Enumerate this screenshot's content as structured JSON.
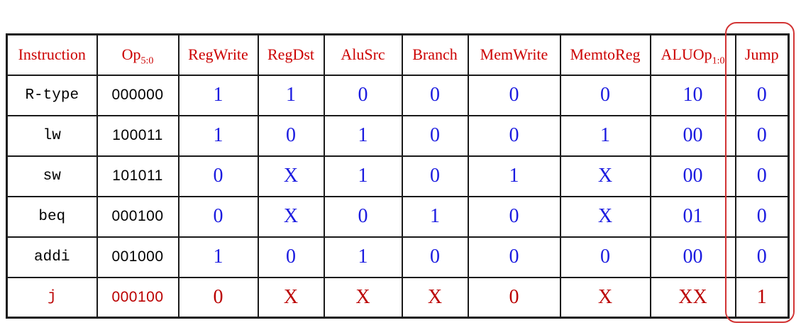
{
  "colors": {
    "header_text": "#cc0000",
    "value_text": "#1b1be0",
    "plain_text": "#000000",
    "highlight_row_text": "#bb0000",
    "highlight_box": "#d23434",
    "grid_lines": "#1a1a1a",
    "background": "#ffffff"
  },
  "table": {
    "name": "mips-control-signals",
    "columns": [
      {
        "label": "Instruction",
        "sub": null,
        "kind": "instruction"
      },
      {
        "label": "Op",
        "sub": "5:0",
        "kind": "op"
      },
      {
        "label": "RegWrite",
        "sub": null,
        "kind": "value"
      },
      {
        "label": "RegDst",
        "sub": null,
        "kind": "value"
      },
      {
        "label": "AluSrc",
        "sub": null,
        "kind": "value"
      },
      {
        "label": "Branch",
        "sub": null,
        "kind": "value"
      },
      {
        "label": "MemWrite",
        "sub": null,
        "kind": "value"
      },
      {
        "label": "MemtoReg",
        "sub": null,
        "kind": "value"
      },
      {
        "label": "ALUOp",
        "sub": "1:0",
        "kind": "value"
      },
      {
        "label": "Jump",
        "sub": null,
        "kind": "value"
      }
    ],
    "rows": [
      {
        "instruction": "R-type",
        "op": "000000",
        "values": [
          "1",
          "1",
          "0",
          "0",
          "0",
          "0",
          "10",
          "0"
        ],
        "highlight": false
      },
      {
        "instruction": "lw",
        "op": "100011",
        "values": [
          "1",
          "0",
          "1",
          "0",
          "0",
          "1",
          "00",
          "0"
        ],
        "highlight": false
      },
      {
        "instruction": "sw",
        "op": "101011",
        "values": [
          "0",
          "X",
          "1",
          "0",
          "1",
          "X",
          "00",
          "0"
        ],
        "highlight": false
      },
      {
        "instruction": "beq",
        "op": "000100",
        "values": [
          "0",
          "X",
          "0",
          "1",
          "0",
          "X",
          "01",
          "0"
        ],
        "highlight": false
      },
      {
        "instruction": "addi",
        "op": "001000",
        "values": [
          "1",
          "0",
          "1",
          "0",
          "0",
          "0",
          "00",
          "0"
        ],
        "highlight": false
      },
      {
        "instruction": "j",
        "op": "000100",
        "values": [
          "0",
          "X",
          "X",
          "X",
          "0",
          "X",
          "XX",
          "1"
        ],
        "highlight": true
      }
    ]
  },
  "highlight": {
    "target_column": "Jump",
    "shape": "rounded-rectangle"
  }
}
